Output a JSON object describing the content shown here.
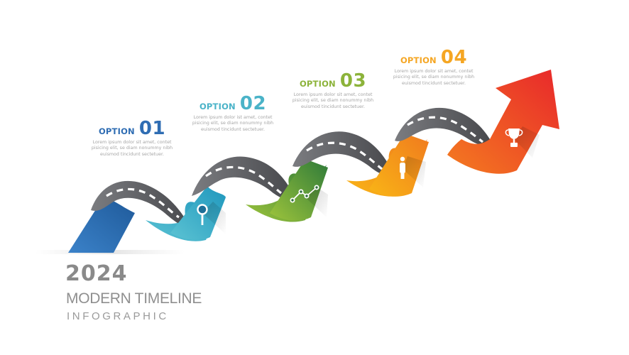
{
  "infographic": {
    "year": "2024",
    "title": "MODERN TIMELINE",
    "subtitle": "INFOGRAPHIC",
    "colors": {
      "road": "#5e5f62",
      "road_dash": "#ffffff",
      "text_gray": "#8a8a8a",
      "background": "#ffffff"
    },
    "options": [
      {
        "label": "OPTION",
        "number": "01",
        "color": "#2f6db3",
        "description": "Lorem ipsum dolor sit amet, contet pisicing elit, se diam nonummy nibh euismod tincidunt sectetuer.",
        "icon": "magnifier-icon",
        "segment_color": "#2e6fb5"
      },
      {
        "label": "OPTION",
        "number": "02",
        "color": "#4ab3c8",
        "description": "Lorem ipsum dolor ist amet, contet pisicing elit, se diam nonummy nibh euismod tincidunt sectetuer.",
        "icon": "magnifier-icon",
        "segment_color": "#2fa6c4"
      },
      {
        "label": "OPTION",
        "number": "03",
        "color": "#8cb33a",
        "description": "Lorem ipsum dolor sit amet, contet pisicing elit, se diam nonummy nibh euismod tincidunt sectetuer.",
        "icon": "line-chart-icon",
        "segment_color": "#6aa33a"
      },
      {
        "label": "OPTION",
        "number": "04",
        "color": "#f5a623",
        "description": "Lorem ipsum dolor sit amet, contet pisicing elit, se diam nonummy nibh euismod tincidunt sectetuer.",
        "icon": "person-icon",
        "segment_color": "#f7a21b"
      }
    ],
    "arrow": {
      "icon": "trophy-icon",
      "color_start": "#f26a21",
      "color_end": "#e8302a"
    }
  }
}
